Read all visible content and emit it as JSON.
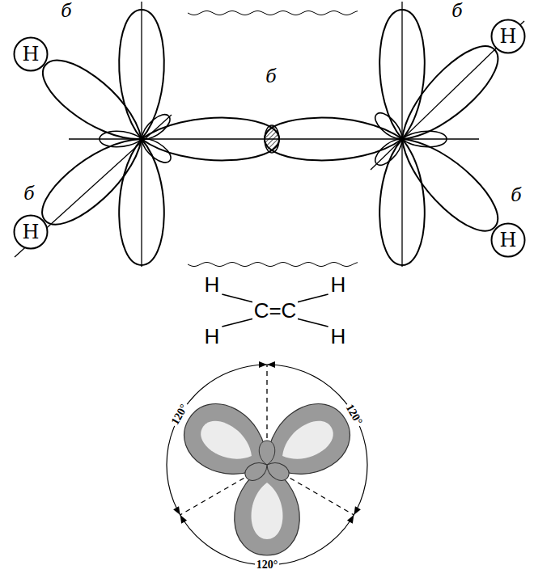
{
  "diagram": {
    "nodes": [
      {
        "text": [
          "H"
        ]
      },
      {
        "text": [
          "H"
        ]
      },
      {
        "text": [
          "H"
        ]
      },
      {
        "text": [
          "H"
        ]
      }
    ],
    "labels": [
      "б",
      "б",
      "б",
      "б",
      "б",
      "H",
      "H",
      "C=C",
      "H",
      "H",
      "120°",
      "120°",
      "120°"
    ]
  }
}
